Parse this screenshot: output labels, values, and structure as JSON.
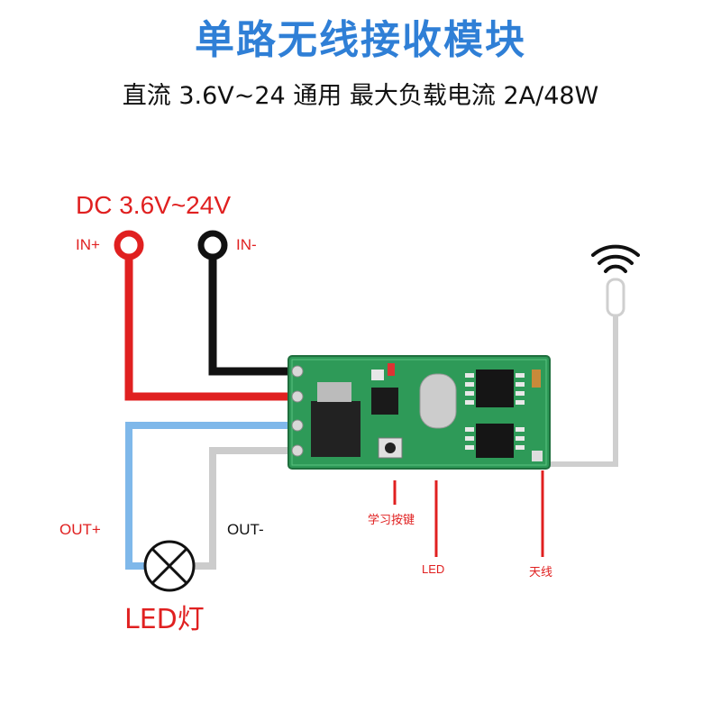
{
  "header": {
    "title": "单路无线接收模块",
    "subtitle": "直流 3.6V~24 通用 最大负载电流 2A/48W"
  },
  "labels": {
    "dc": "DC 3.6V~24V",
    "in_plus": "IN+",
    "in_minus": "IN-",
    "out_plus": "OUT+",
    "out_minus": "OUT-",
    "led_lamp": "LED灯",
    "learn_button": "学习按键",
    "led": "LED",
    "antenna": "天线"
  },
  "colors": {
    "title": "#2f7fd6",
    "wire_positive": "#e02020",
    "wire_negative": "#111111",
    "wire_out_plus": "#7fb8ea",
    "wire_out_minus": "#cccccc",
    "pcb": "#2e9a58"
  },
  "icons": {
    "wifi": "wifi-icon",
    "lamp": "lamp-icon"
  }
}
